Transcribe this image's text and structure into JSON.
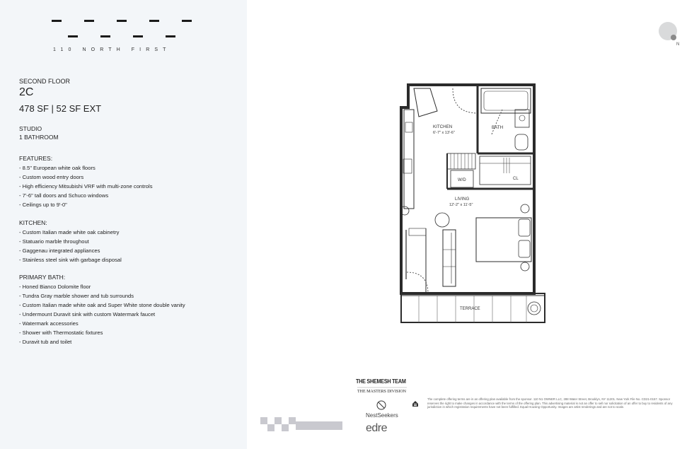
{
  "brand": {
    "logo_text": "110 NORTH FIRST"
  },
  "unit": {
    "floor": "SECOND FLOOR",
    "name": "2C",
    "area": "478 SF | 52 SF EXT",
    "type": "STUDIO",
    "baths": "1 BATHROOM"
  },
  "features": {
    "title": "FEATURES:",
    "items": [
      "- 8.5\" European white oak floors",
      "- Custom wood entry doors",
      "- High efficiency Mitsubishi VRF with multi-zone controls",
      "- 7'-6\" tall doors and Schuco windows",
      "- Ceilings up to 9'-0\""
    ]
  },
  "kitchen": {
    "title": "KITCHEN:",
    "items": [
      "- Custom Italian made white oak cabinetry",
      "- Statuario marble throughout",
      "- Gaggenau integrated appliances",
      "- Stainless steel sink with garbage disposal"
    ]
  },
  "bath": {
    "title": "PRIMARY BATH:",
    "items": [
      "- Honed Bianco Dolomite floor",
      "- Tundra Gray marble shower and tub surrounds",
      "- Custom Italian made white oak and Super White stone double vanity",
      "- Undermount Duravit sink with custom Watermark faucet",
      "- Watermark accessories",
      "- Shower with Thermostatic fixtures",
      "- Duravit tub and toilet"
    ]
  },
  "plan": {
    "kitchen_label": "KITCHEN",
    "kitchen_dim": "6'-7\" x 13'-6\"",
    "bath_label": "BATH",
    "wd_label": "W/D",
    "cl_label": "CL",
    "living_label": "LIVING",
    "living_dim": "12'-2\" x 11'-5\"",
    "terrace_label": "TERRACE"
  },
  "compass": {
    "label": "N"
  },
  "footer": {
    "team": "THE SHEMESH TEAM",
    "division": "THE MASTERS DIVISION",
    "broker": "NestSeekers",
    "edre": "edre",
    "disclaimer": "The complete offering terms are in an offering plan available from the sponsor. 110 N1 OWNER LLC, 288 Water Street, Brooklyn, NY 11201. New York File No. CD21-0157. Sponsor reserves the right to make changes in accordance with the terms of the offering plan. This advertising material is not an offer to sell nor solicitation of an offer to buy to residents of any jurisdiction in which registration requirements have not been fulfilled. Equal Housing Opportunity. Images are artist renderings and are not to scale."
  },
  "colors": {
    "sidebar_bg": "#f3f6f9",
    "wall": "#2b2b2b"
  }
}
